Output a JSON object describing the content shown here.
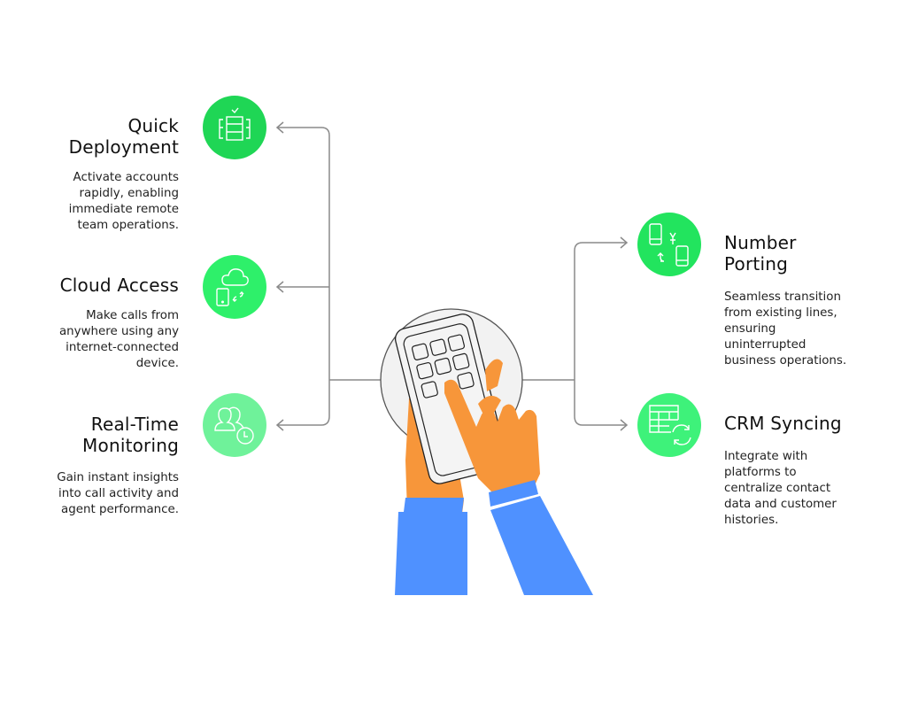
{
  "features_left": [
    {
      "title_lines": [
        "Quick",
        "Deployment"
      ],
      "description_lines": [
        "Activate accounts",
        "rapidly, enabling",
        "immediate remote",
        "team operations."
      ],
      "icon": "server-rack-check-icon",
      "color": "#1fd655"
    },
    {
      "title_lines": [
        "Cloud Access"
      ],
      "description_lines": [
        "Make calls from",
        "anywhere using any",
        "internet-connected",
        "device."
      ],
      "icon": "cloud-device-sync-icon",
      "color": "#2ef06a"
    },
    {
      "title_lines": [
        "Real-Time",
        "Monitoring"
      ],
      "description_lines": [
        "Gain instant insights",
        "into call activity and",
        "agent performance."
      ],
      "icon": "users-clock-icon",
      "color": "#6ff29a"
    }
  ],
  "features_right": [
    {
      "title_lines": [
        "Number",
        "Porting"
      ],
      "description_lines": [
        "Seamless transition",
        "from existing lines,",
        "ensuring",
        "uninterrupted",
        "business operations."
      ],
      "icon": "phone-transfer-icon",
      "color": "#22e45e"
    },
    {
      "title_lines": [
        "CRM Syncing"
      ],
      "description_lines": [
        "Integrate with",
        "platforms to",
        "centralize contact",
        "data and customer",
        "histories."
      ],
      "icon": "table-sync-icon",
      "color": "#3ef27a"
    }
  ],
  "colors": {
    "connector": "#8a8a8a",
    "hand": "#f7963a",
    "sleeve": "#4f91ff",
    "phone_bg": "#f2f2f2",
    "icon_stroke": "#ffffff"
  }
}
